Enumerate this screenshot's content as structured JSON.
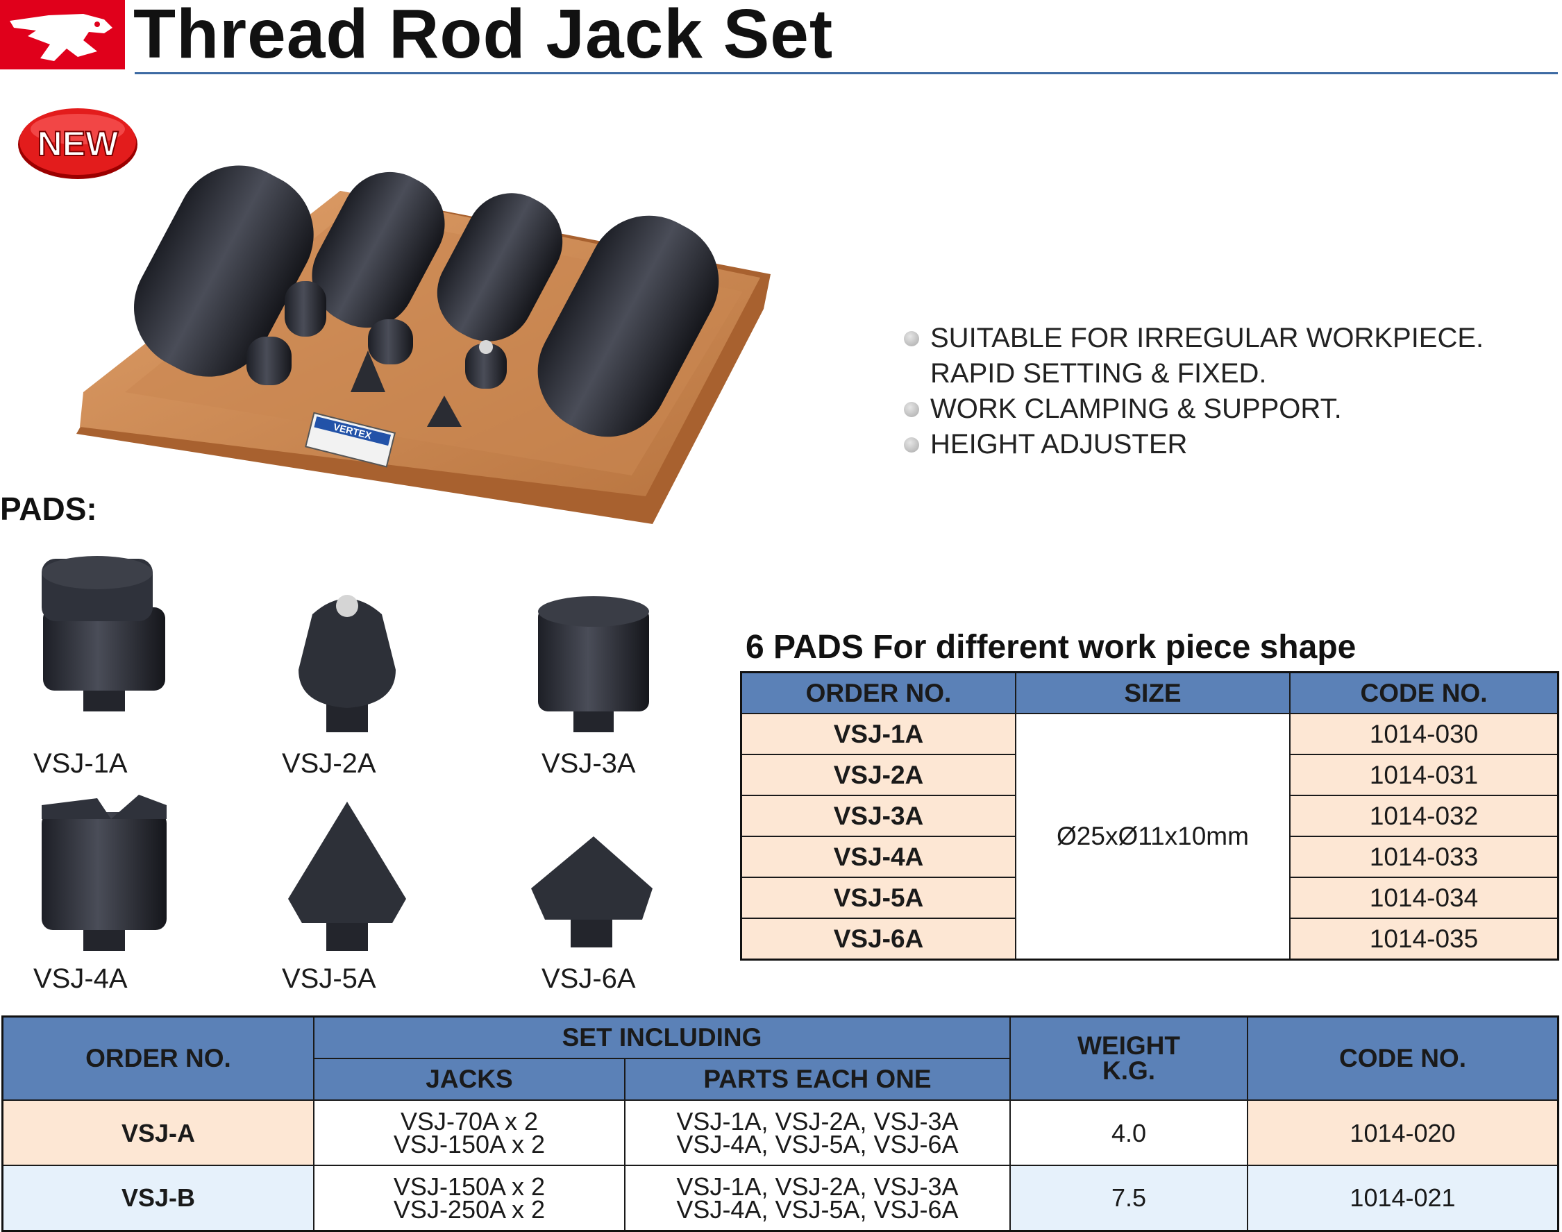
{
  "header": {
    "title": "Thread Rod Jack Set"
  },
  "badge": {
    "text": "NEW"
  },
  "photo": {
    "label_brand": "VERTEX"
  },
  "features": [
    "SUITABLE FOR IRREGULAR WORKPIECE.",
    "RAPID SETTING & FIXED.",
    "WORK CLAMPING & SUPPORT.",
    "HEIGHT ADJUSTER"
  ],
  "pads": {
    "heading": "PADS:",
    "items": [
      "VSJ-1A",
      "VSJ-2A",
      "VSJ-3A",
      "VSJ-4A",
      "VSJ-5A",
      "VSJ-6A"
    ]
  },
  "pads_table": {
    "title": "6 PADS For different work piece shape",
    "headers": [
      "ORDER NO.",
      "SIZE",
      "CODE NO."
    ],
    "size": "Ø25xØ11x10mm",
    "rows": [
      {
        "order": "VSJ-1A",
        "code": "1014-030"
      },
      {
        "order": "VSJ-2A",
        "code": "1014-031"
      },
      {
        "order": "VSJ-3A",
        "code": "1014-032"
      },
      {
        "order": "VSJ-4A",
        "code": "1014-033"
      },
      {
        "order": "VSJ-5A",
        "code": "1014-034"
      },
      {
        "order": "VSJ-6A",
        "code": "1014-035"
      }
    ]
  },
  "sets_table": {
    "headers": {
      "order": "ORDER NO.",
      "set_including": "SET INCLUDING",
      "jacks": "JACKS",
      "parts": "PARTS EACH ONE",
      "weight_1": "WEIGHT",
      "weight_2": "K.G.",
      "code": "CODE NO."
    },
    "rows": [
      {
        "order": "VSJ-A",
        "jacks_1": "VSJ-70A x 2",
        "jacks_2": "VSJ-150A x 2",
        "parts_1": "VSJ-1A, VSJ-2A, VSJ-3A",
        "parts_2": "VSJ-4A, VSJ-5A, VSJ-6A",
        "weight": "4.0",
        "code": "1014-020"
      },
      {
        "order": "VSJ-B",
        "jacks_1": "VSJ-150A x 2",
        "jacks_2": "VSJ-250A x 2",
        "parts_1": "VSJ-1A, VSJ-2A, VSJ-3A",
        "parts_2": "VSJ-4A, VSJ-5A, VSJ-6A",
        "weight": "7.5",
        "code": "1014-021"
      }
    ]
  }
}
